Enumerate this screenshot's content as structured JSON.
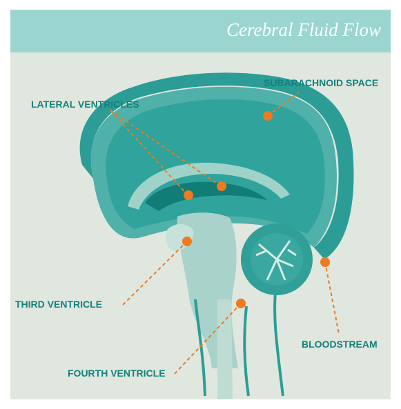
{
  "header": {
    "title": "Cerebral Fluid Flow"
  },
  "labels": {
    "subarachnoid_space": "SUBARACHNOID SPACE",
    "lateral_ventricles": "LATERAL VENTRICLES",
    "third_ventricle": "THIRD VENTRICLE",
    "fourth_ventricle": "FOURTH VENTRICLE",
    "bloodstream": "BLOODSTREAM"
  },
  "colors": {
    "header_bg": "#9ad6cf",
    "panel_bg": "#dfe7df",
    "brain_teal": "#2b9d96",
    "tissue_light": "#a9d2ca",
    "marker_orange": "#f07a1f",
    "label_teal": "#15807b"
  }
}
